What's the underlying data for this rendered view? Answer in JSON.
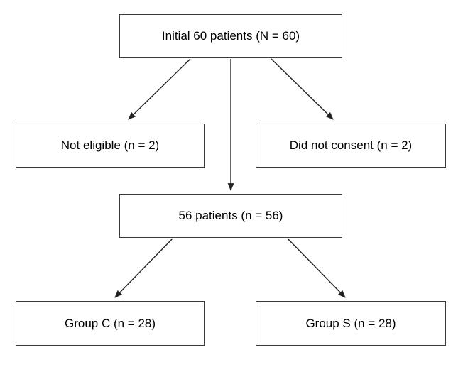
{
  "diagram": {
    "type": "flowchart",
    "colors": {
      "background": "#ffffff",
      "box_fill": "#ffffff",
      "box_border": "#3a3a3a",
      "arrow": "#222222",
      "text": "#000000"
    },
    "nodes": [
      {
        "id": "initial",
        "label": "Initial 60 patients (N = 60)"
      },
      {
        "id": "not-eligible",
        "label": "Not eligible (n = 2)"
      },
      {
        "id": "did-not-consent",
        "label": "Did not consent (n = 2)"
      },
      {
        "id": "patients-56",
        "label": "56 patients (n = 56)"
      },
      {
        "id": "group-c",
        "label": "Group C (n = 28)"
      },
      {
        "id": "group-s",
        "label": "Group S (n = 28)"
      }
    ],
    "edges": [
      {
        "from": "initial",
        "to": "not-eligible"
      },
      {
        "from": "initial",
        "to": "patients-56"
      },
      {
        "from": "initial",
        "to": "did-not-consent"
      },
      {
        "from": "patients-56",
        "to": "group-c"
      },
      {
        "from": "patients-56",
        "to": "group-s"
      }
    ]
  }
}
